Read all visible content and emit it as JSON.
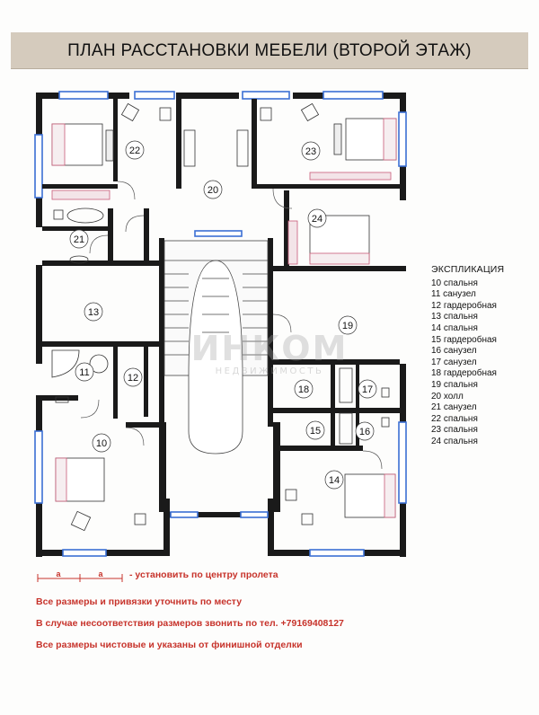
{
  "title": "ПЛАН РАССТАНОВКИ МЕБЕЛИ (ВТОРОЙ ЭТАЖ)",
  "rooms": [
    "22",
    "23",
    "20",
    "24",
    "21",
    "13",
    "19",
    "11",
    "12",
    "18",
    "17",
    "15",
    "16",
    "10",
    "14"
  ],
  "legend": {
    "title": "ЭКСПЛИКАЦИЯ",
    "items": [
      "10 спальня",
      "11 санузел",
      "12 гардеробная",
      "13 спальня",
      "14 спальня",
      "15 гардеробная",
      "16 санузел",
      "17 санузел",
      "18 гардеробная",
      "19 спальня",
      "20 холл",
      "21 санузел",
      "22 спальня",
      "23 спальня",
      "24 спальня"
    ]
  },
  "dimension_marker": {
    "label_a": "a",
    "text": "- установить по центру пролета"
  },
  "notes": [
    "Все размеры и привязки уточнить по месту",
    "В случае несоответствия размеров звонить по тел. +79169408127",
    "Все размеры чистовые и указаны от финишной отделки"
  ],
  "watermark": {
    "main": "ИНКОМ",
    "sub": "НЕДВИЖИМОСТЬ"
  },
  "colors": {
    "header": "#d5cbbd",
    "wall": "#1a1a1a",
    "window": "#3b6fd4",
    "notes": "#c7332b",
    "furniture_accent": "#c85a78"
  }
}
